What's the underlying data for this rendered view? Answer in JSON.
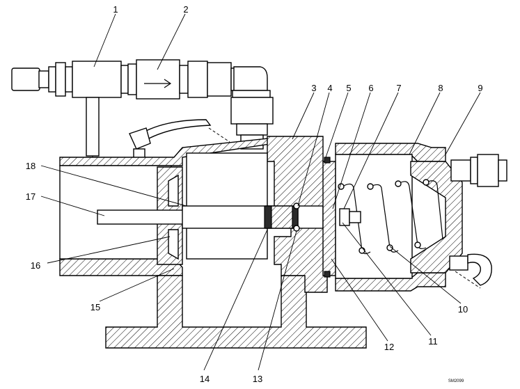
{
  "diagram": {
    "callouts": [
      {
        "id": "c1",
        "label": "1"
      },
      {
        "id": "c2",
        "label": "2"
      },
      {
        "id": "c3",
        "label": "3"
      },
      {
        "id": "c4",
        "label": "4"
      },
      {
        "id": "c5",
        "label": "5"
      },
      {
        "id": "c6",
        "label": "6"
      },
      {
        "id": "c7",
        "label": "7"
      },
      {
        "id": "c8",
        "label": "8"
      },
      {
        "id": "c9",
        "label": "9"
      },
      {
        "id": "c10",
        "label": "10"
      },
      {
        "id": "c11",
        "label": "11"
      },
      {
        "id": "c12",
        "label": "12"
      },
      {
        "id": "c13",
        "label": "13"
      },
      {
        "id": "c14",
        "label": "14"
      },
      {
        "id": "c15",
        "label": "15"
      },
      {
        "id": "c16",
        "label": "16"
      },
      {
        "id": "c17",
        "label": "17"
      },
      {
        "id": "c18",
        "label": "18"
      }
    ],
    "drawing_code": "SM2099"
  }
}
